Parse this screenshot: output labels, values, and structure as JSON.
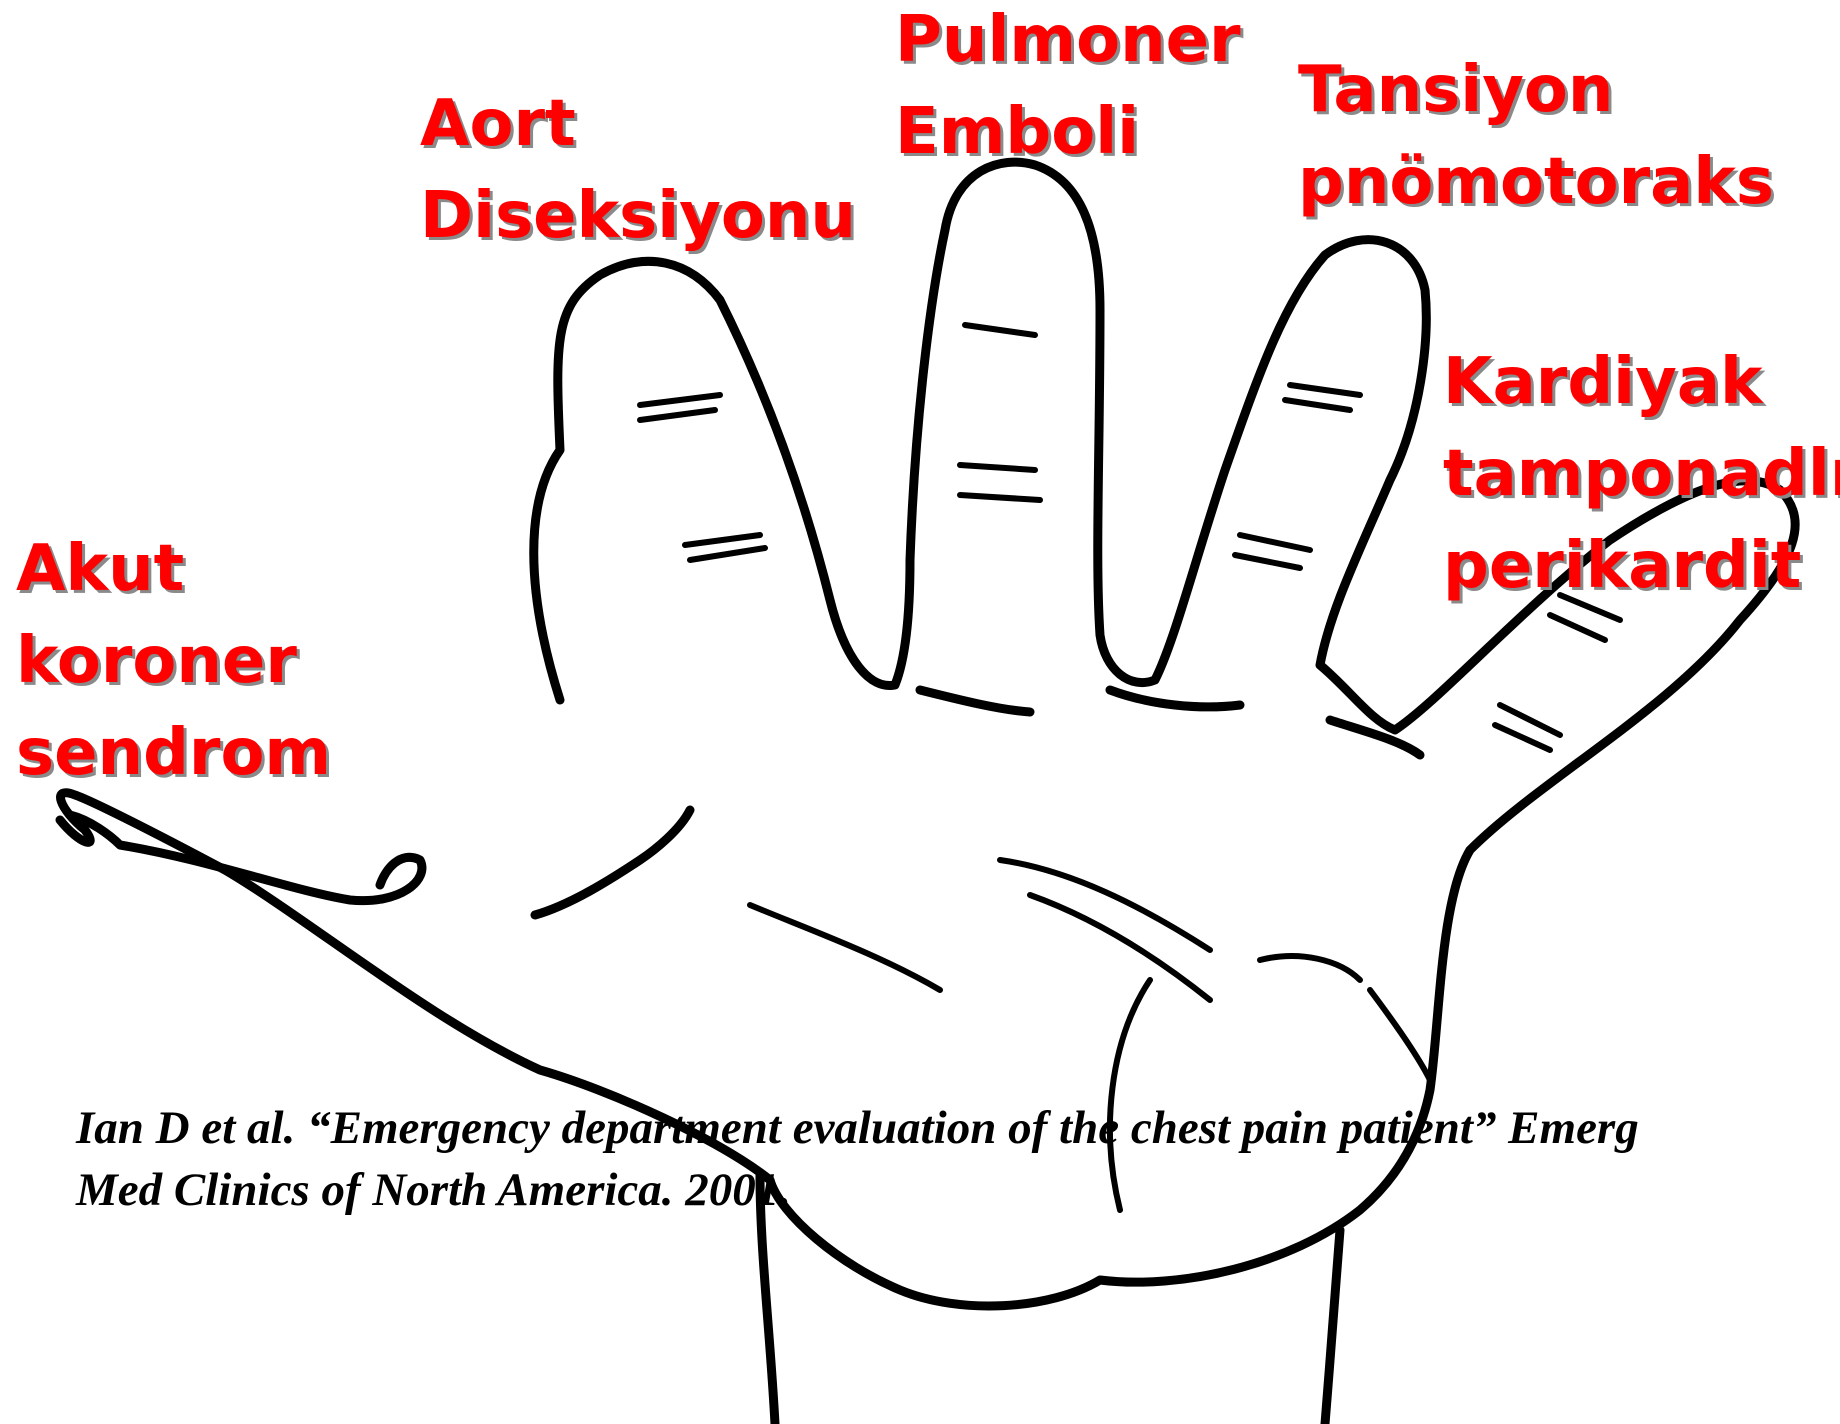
{
  "labels": {
    "aort": [
      "Aort",
      "Diseksiyonu"
    ],
    "pulmoner": [
      "Pulmoner",
      "Emboli"
    ],
    "tansiyon": [
      "Tansiyon",
      "pnömotoraks"
    ],
    "kardiyak": [
      "Kardiyak",
      "tamponadlı",
      "perikardit"
    ],
    "akut": [
      "Akut",
      "koroner",
      "sendrom"
    ]
  },
  "citation": {
    "line1": "Ian D et al. “Emergency department evaluation of the chest pain patient” Emerg",
    "line2": "Med Clinics of North America. 2001."
  },
  "colors": {
    "label": "#ff0000",
    "outline": "#000000"
  }
}
